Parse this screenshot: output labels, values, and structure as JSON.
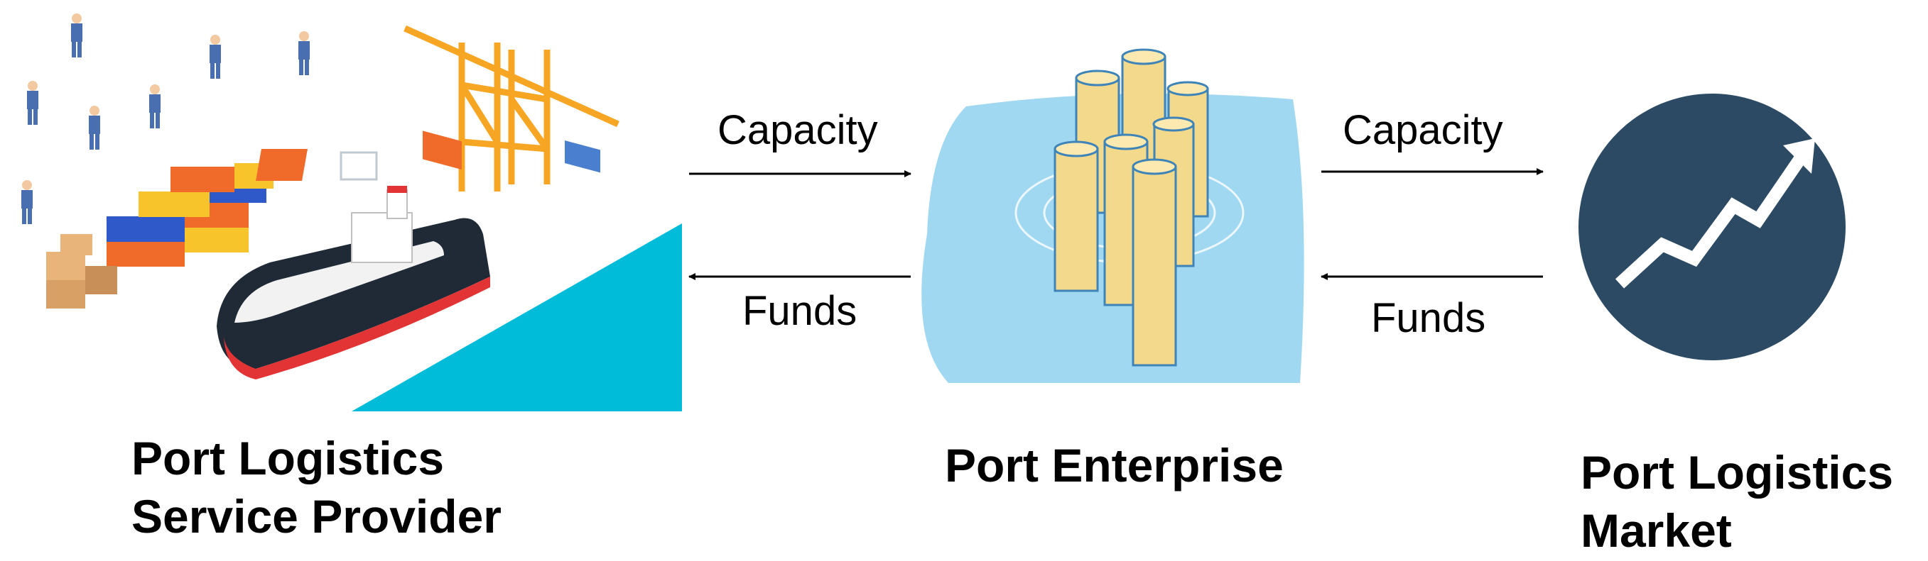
{
  "nodes": {
    "provider": {
      "line1": "Port Logistics",
      "line2": "Service Provider"
    },
    "enterprise": {
      "label": "Port Enterprise"
    },
    "market": {
      "line1": "Port Logistics",
      "line2": "Market"
    }
  },
  "flows": {
    "left_top": "Capacity",
    "left_bottom": "Funds",
    "right_top": "Capacity",
    "right_bottom": "Funds"
  },
  "colors": {
    "triangle": "#00bcd8",
    "pool": "#9fd8f0",
    "coin": "#f2d98b",
    "coin_edge": "#3f84b8",
    "market_circle": "#2c4a63",
    "container_orange": "#f06a2a",
    "container_blue": "#2f58c8",
    "container_yellow": "#f7c42c",
    "crane": "#f6a623",
    "worker": "#4a6fb0",
    "ship_red": "#e23434",
    "box_tan": "#d9a066"
  },
  "icons": [
    "port-illustration",
    "coin-stacks-illustration",
    "rising-chart-icon"
  ]
}
